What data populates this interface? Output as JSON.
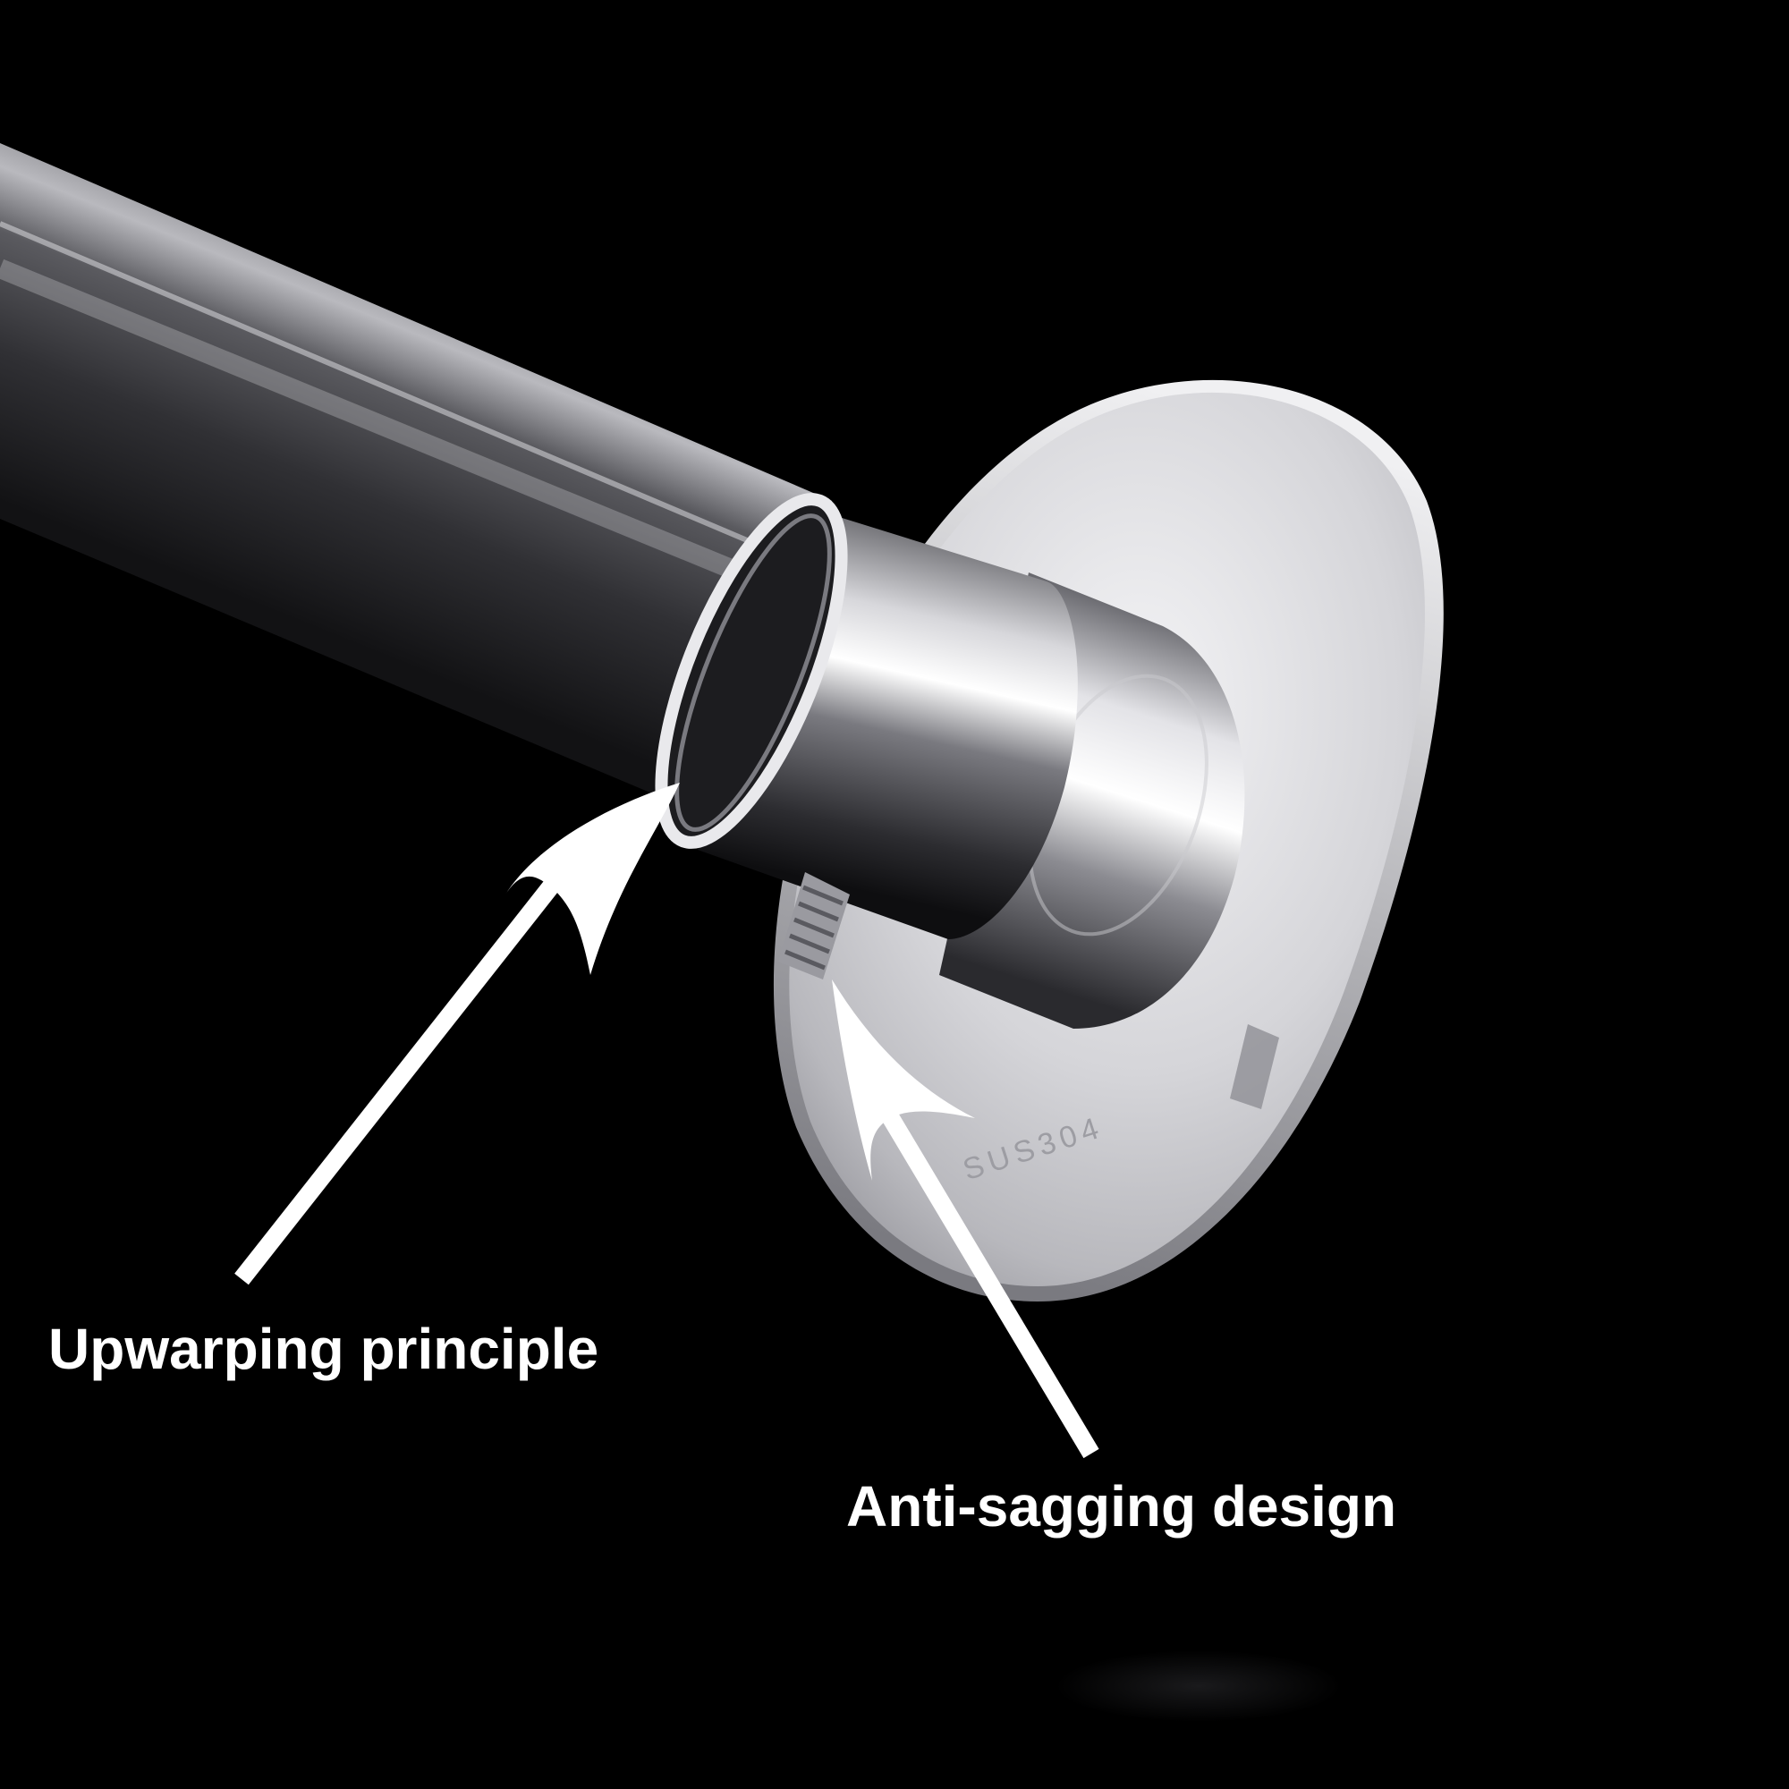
{
  "product_image": {
    "subject": "stainless-steel-tension-rod-end-with-wall-flange",
    "stamp_text": "SUS304",
    "colors": {
      "background": "#000000",
      "label_text": "#ffffff",
      "arrow": "#ffffff",
      "steel_dark": "#2a2a2d",
      "steel_mid": "#8a8a8f",
      "steel_light": "#e9e9ec",
      "flange": "#d9d9dc"
    }
  },
  "callouts": [
    {
      "label": "Upwarping principle",
      "arrow_icon": "arrow-up-right-icon"
    },
    {
      "label": "Anti-sagging design",
      "arrow_icon": "arrow-up-left-icon"
    }
  ]
}
